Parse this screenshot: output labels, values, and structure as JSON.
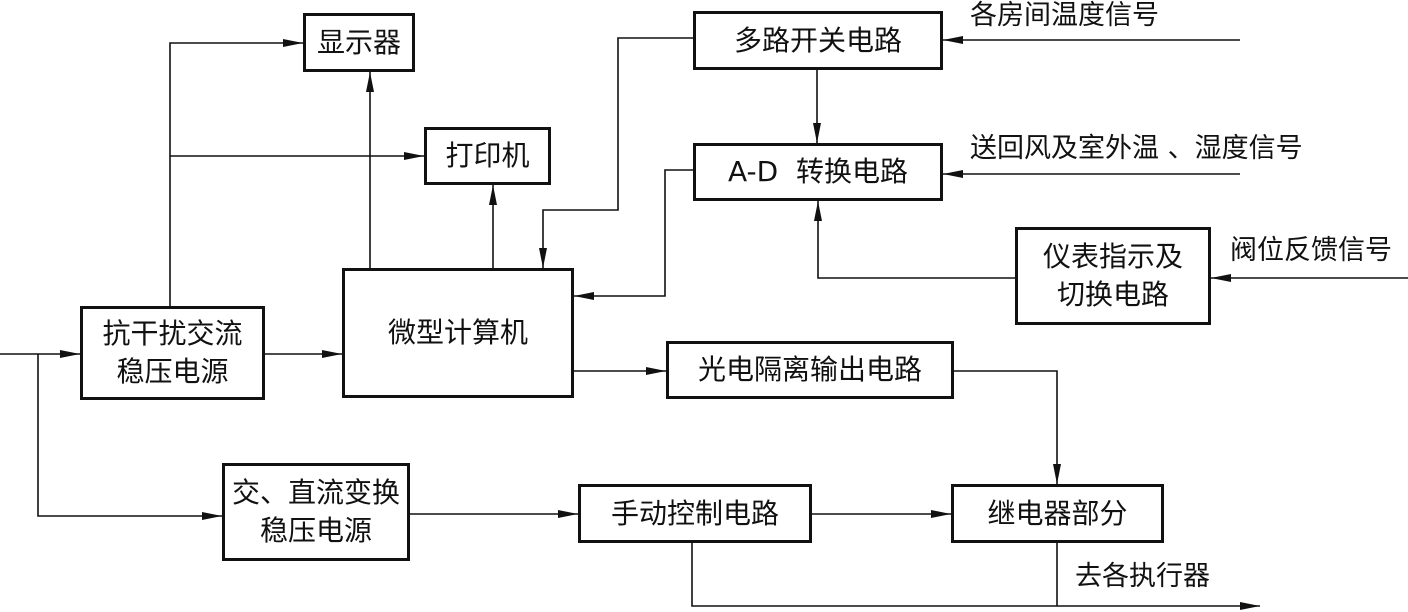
{
  "blocks": {
    "display": "显示器",
    "printer": "打印机",
    "mux": "多路开关电路",
    "adc": "A-D  转换电路",
    "instrument": [
      "仪表指示及",
      "切换电路"
    ],
    "ac_power": [
      "抗干扰交流",
      "稳压电源"
    ],
    "computer": "微型计算机",
    "opto": "光电隔离输出电路",
    "acdc_power": [
      "交、直流变换",
      "稳压电源"
    ],
    "manual": "手动控制电路",
    "relay": "继电器部分"
  },
  "signals": {
    "room_temp": "各房间温度信号",
    "return_air": "送回风及室外温 、湿度信号",
    "valve_feedback": "阀位反馈信号",
    "to_actuators": "去各执行器"
  }
}
